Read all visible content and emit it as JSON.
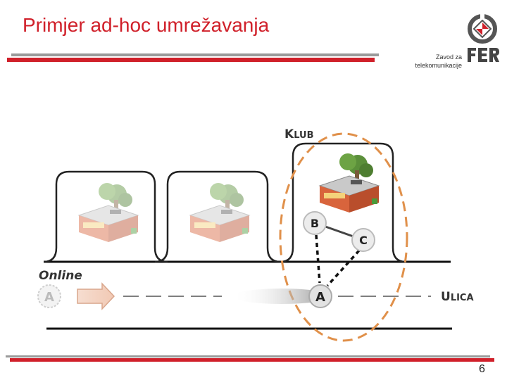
{
  "slide": {
    "title": "Primjer ad-hoc umrežavanja",
    "institute_line1": "Zavod za",
    "institute_line2": "telekomunikacije",
    "page_number": "6"
  },
  "diagram": {
    "klub_label_big": "K",
    "klub_label_small": "LUB",
    "ulica_label_big": "U",
    "ulica_label_small": "LICA",
    "online_label": "Online",
    "node_a": "A",
    "node_b": "B",
    "node_c": "C",
    "ghost_a": "A"
  },
  "colors": {
    "title_red": "#d0202a",
    "rule_grey": "#9a9a9a",
    "cluster_orange": "#e0904a"
  }
}
